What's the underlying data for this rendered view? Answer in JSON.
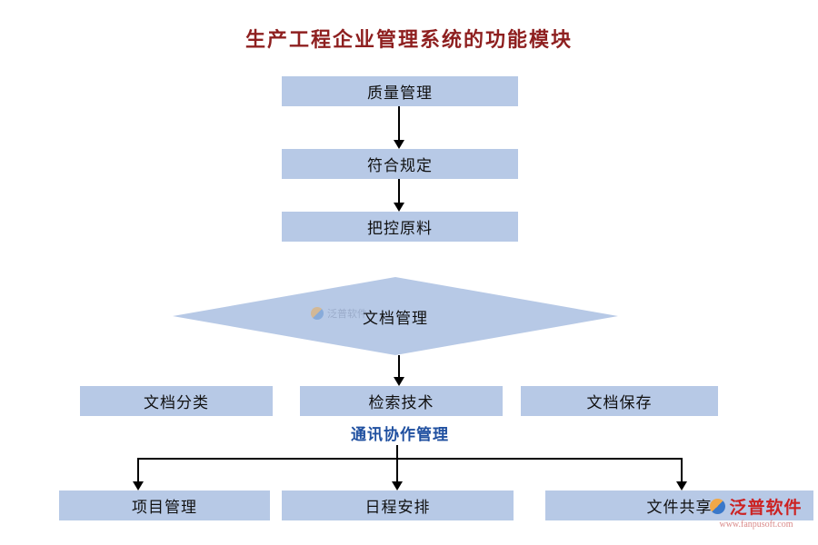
{
  "title": "生产工程企业管理系统的功能模块",
  "nodes": {
    "quality": "质量管理",
    "comply": "符合规定",
    "material": "把控原料",
    "document": "文档管理",
    "doc_classify": "文档分类",
    "doc_search": "检索技术",
    "doc_save": "文档保存",
    "comm": "通讯协作管理",
    "project": "项目管理",
    "schedule": "日程安排",
    "file_share": "文件共享"
  },
  "watermark": {
    "brand": "泛普软件",
    "url": "www.fanpusoft.com"
  },
  "colors": {
    "node_fill": "#b7c9e6",
    "title_text": "#8e1f1f",
    "comm_text": "#2050a0",
    "brand_red": "#cc2222",
    "arrow": "#000000"
  }
}
